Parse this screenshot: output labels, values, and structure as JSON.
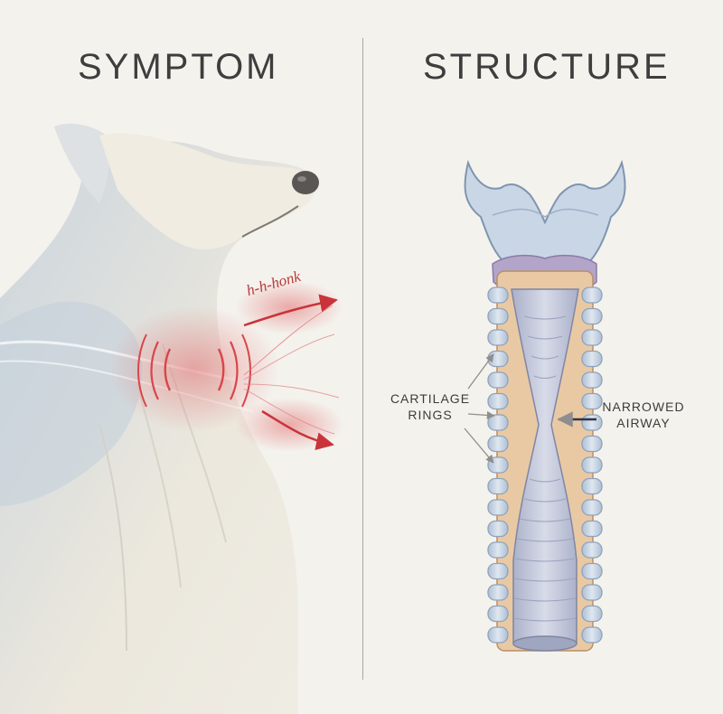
{
  "titles": {
    "left": "SYMPTOM",
    "right": "STRUCTURE"
  },
  "labels": {
    "sound": "h-h-honk",
    "cartilage_line1": "CARTILAGE",
    "cartilage_line2": "RINGS",
    "narrowed_line1": "NARROWED",
    "narrowed_line2": "AIRWAY"
  },
  "colors": {
    "background": "#f4f2ed",
    "dog_fur": "#eae6dc",
    "dog_shadow": "#c9d3dc",
    "sound_waves": "#d9454a",
    "cartilage": "#c5d3e2",
    "cartilage_edge": "#8ea3bc",
    "mucosa": "#e9c9a4",
    "lumen": "#c2c7da",
    "epiglottis": "#b3a5c9"
  },
  "icons": [
    "dog-head-illustration",
    "trachea-illustration",
    "arrow-icon"
  ]
}
